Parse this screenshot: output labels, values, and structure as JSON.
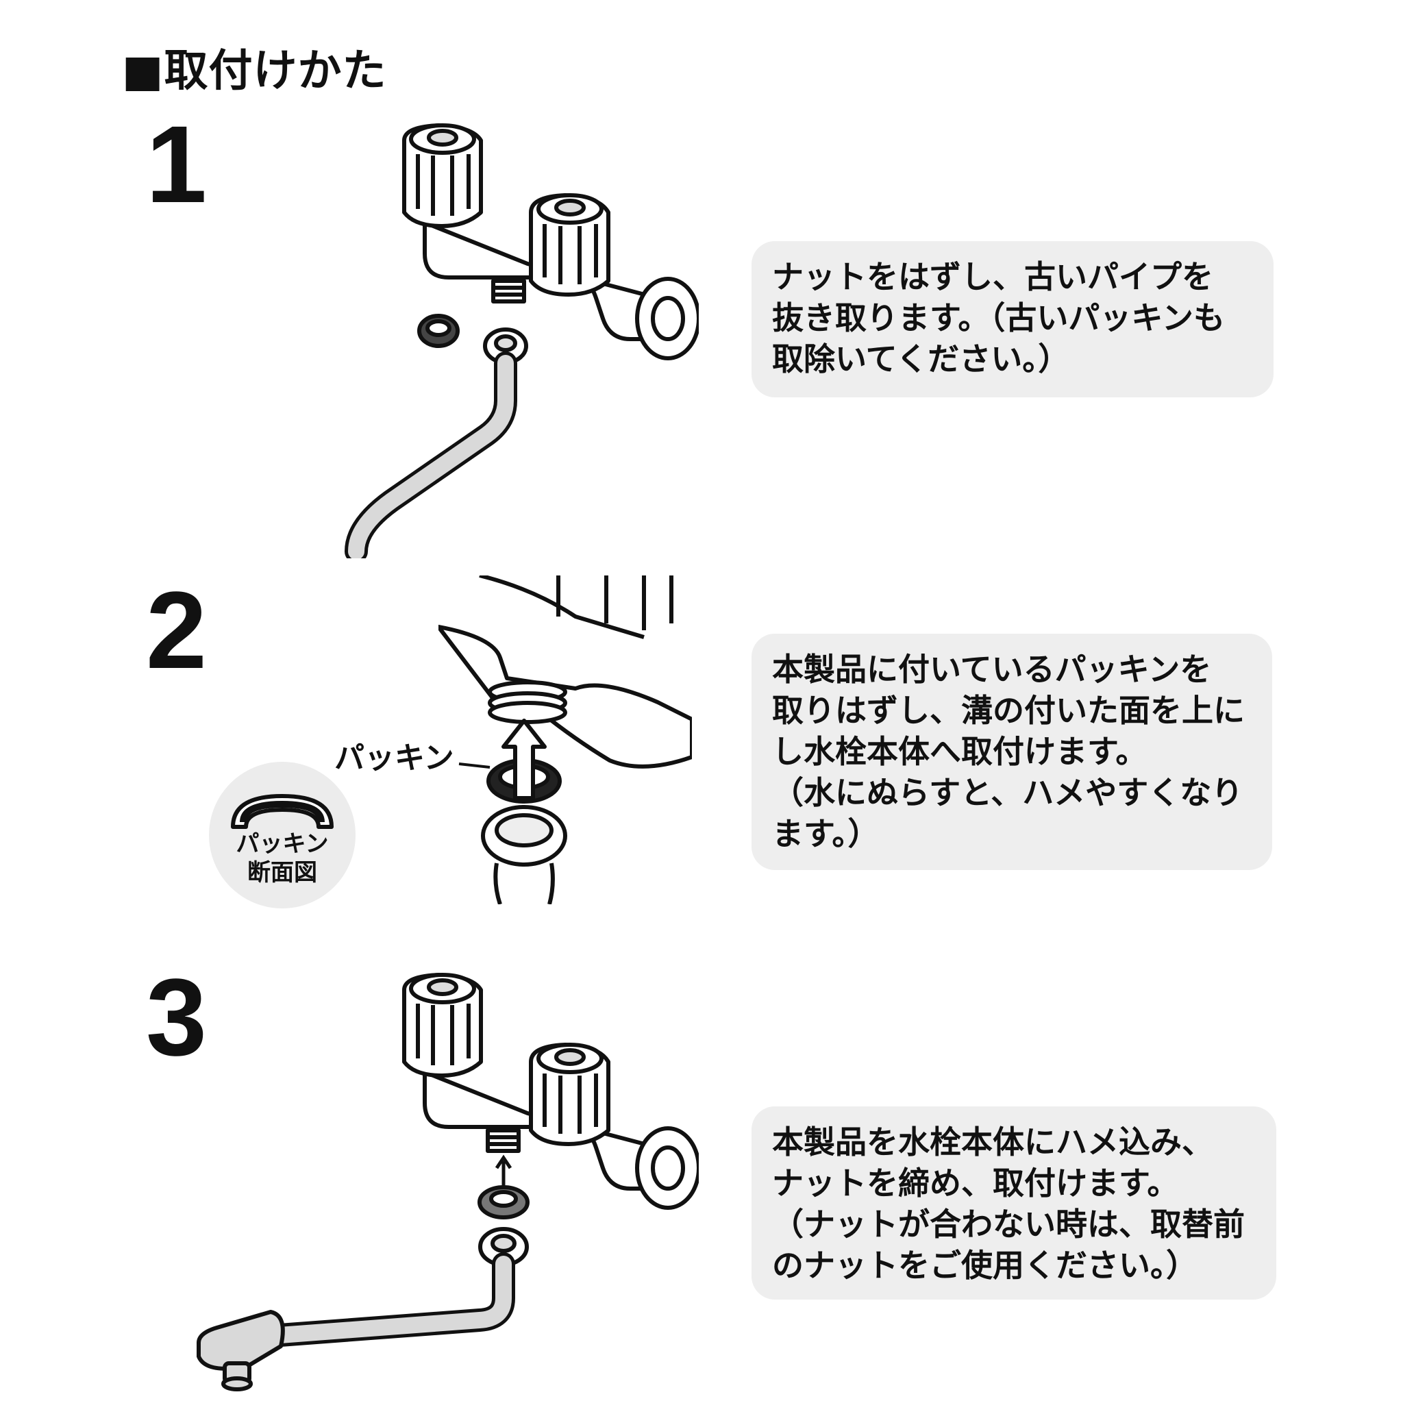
{
  "title": "■取付けかた",
  "steps": [
    {
      "number": "1",
      "lines": [
        "ナットをはずし、古いパイプを",
        "抜き取ります。（古いパッキンも",
        "取除いてください。）"
      ]
    },
    {
      "number": "2",
      "lines": [
        "本製品に付いているパッキンを",
        "取りはずし、溝の付いた面を上に",
        "し水栓本体へ取付けます。",
        "（水にぬらすと、ハメやすくなり",
        "ます。）"
      ],
      "packing_label": "パッキン",
      "callout_lines": [
        "パッキン",
        "断面図"
      ]
    },
    {
      "number": "3",
      "lines": [
        "本製品を水栓本体にハメ込み、",
        "ナットを締め、取付けます。",
        "（ナットが合わない時は、取替前",
        "のナットをご使用ください。）"
      ]
    }
  ],
  "colors": {
    "bubble": "#eeeeee",
    "ink": "#111111",
    "pipe": "#d9d9d9",
    "callout": "#ececec"
  },
  "icons": [
    "faucet-illustration",
    "nut-icon",
    "packing-ring-icon",
    "up-arrow-icon",
    "rotate-arrow-icon",
    "spout-pipe-icon"
  ]
}
